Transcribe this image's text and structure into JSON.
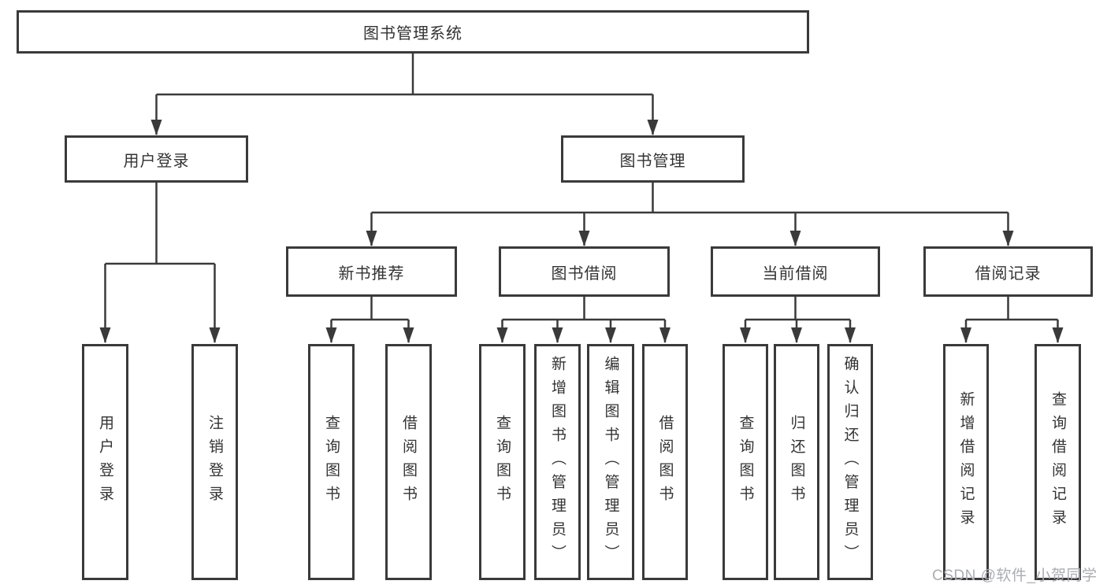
{
  "tree": {
    "root": {
      "label": "图书管理系统"
    },
    "user": {
      "label": "用户登录",
      "children": [
        {
          "label": "用户登录"
        },
        {
          "label": "注销登录"
        }
      ]
    },
    "management": {
      "label": "图书管理",
      "groups": [
        {
          "label": "新书推荐",
          "children": [
            {
              "label": "查询图书"
            },
            {
              "label": "借阅图书"
            }
          ]
        },
        {
          "label": "图书借阅",
          "children": [
            {
              "label": "查询图书"
            },
            {
              "label": "新增图书（管理员）"
            },
            {
              "label": "编辑图书（管理员）"
            },
            {
              "label": "借阅图书"
            }
          ]
        },
        {
          "label": "当前借阅",
          "children": [
            {
              "label": "查询图书"
            },
            {
              "label": "归还图书"
            },
            {
              "label": "确认归还（管理员）"
            }
          ]
        },
        {
          "label": "借阅记录",
          "children": [
            {
              "label": "新增借阅记录"
            },
            {
              "label": "查询借阅记录"
            }
          ]
        }
      ]
    }
  },
  "watermark": {
    "text": "CSDN @软件_小贺同学"
  },
  "colors": {
    "line": "#3a3a3a",
    "box_border": "#3a3a3a",
    "text": "#333333",
    "watermark": "#a9adb3",
    "background": "#ffffff"
  }
}
